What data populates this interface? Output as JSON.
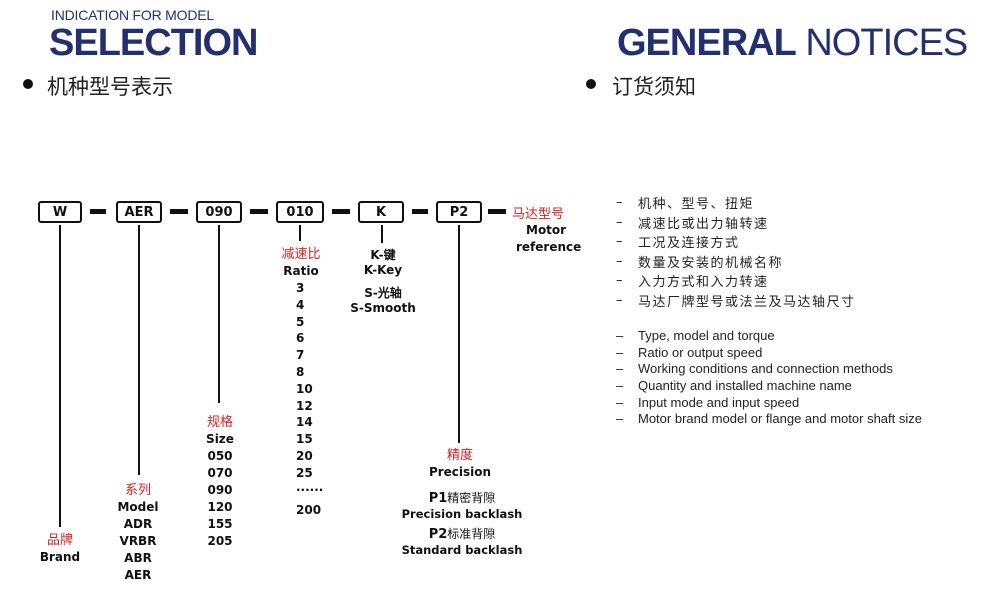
{
  "header_left": {
    "kicker": "INDICATION FOR MODEL",
    "title": "SELECTION",
    "bullet": "机种型号表示"
  },
  "header_right": {
    "title_bold": "GENERAL",
    "title_light": " NOTICES",
    "bullet": "订货须知"
  },
  "code_boxes": [
    "W",
    "AER",
    "090",
    "010",
    "K",
    "P2"
  ],
  "motor_ref": {
    "cn": "马达型号",
    "en_1": "Motor",
    "en_2": "reference"
  },
  "brand": {
    "cn": "品牌",
    "en": "Brand"
  },
  "model": {
    "cn": "系列",
    "en": "Model",
    "items": [
      "ADR",
      "VRBR",
      "ABR"
    ],
    "highlight": "AER"
  },
  "size": {
    "cn": "规格",
    "en": "Size",
    "items": [
      "050",
      "070",
      "090",
      "120",
      "155",
      "205"
    ]
  },
  "ratio": {
    "cn": "减速比",
    "en": "Ratio",
    "items": [
      "3",
      "4",
      "5",
      "6",
      "7",
      "8",
      "10",
      "12",
      "14",
      "15",
      "20",
      "25",
      "······",
      "200"
    ]
  },
  "shaft": {
    "k_cn": "K-键",
    "k_en": "K-Key",
    "s_cn": "S-光轴",
    "s_en": "S-Smooth"
  },
  "precision": {
    "cn": "精度",
    "en": "Precision",
    "p1_code": "P1",
    "p1_cn": "精密背隙",
    "p1_en": "Precision backlash",
    "p2_code": "P2",
    "p2_cn": "标准背隙",
    "p2_en": "Standard backlash"
  },
  "notices_cn": [
    "机种、型号、扭矩",
    "减速比或出力轴转速",
    "工况及连接方式",
    "数量及安装的机械名称",
    "入力方式和入力转速",
    "马达厂牌型号或法兰及马达轴尺寸"
  ],
  "notices_en": [
    "Type, model and torque",
    "Ratio or output speed",
    "Working conditions and connection methods",
    "Quantity and installed machine name",
    "Input mode and input speed",
    "Motor brand model or flange and motor shaft size"
  ],
  "dash_glyph": "–"
}
